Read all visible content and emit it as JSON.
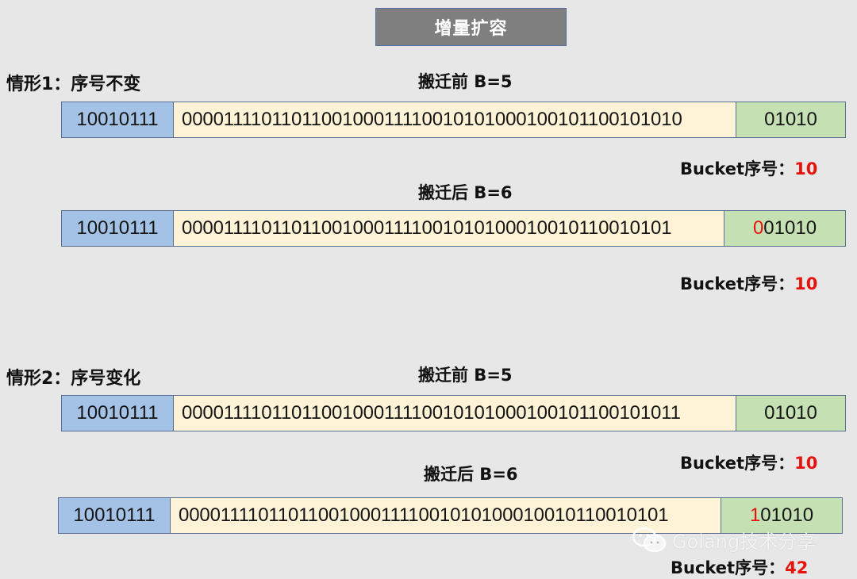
{
  "title": "增量扩容",
  "colors": {
    "background": "#e7e7e7",
    "title_fill": "#7f7f7f",
    "tophash_fill": "#a4c2e6",
    "middle_fill": "#fef3d6",
    "low_fill": "#c5e0b3",
    "highlight": "#e8120c"
  },
  "cases": [
    {
      "label": "情形1：序号不变",
      "before": {
        "stage": "搬迁前 B=5",
        "tophash": "10010111",
        "middle": "0000111101101100100011110010101000100101100101010",
        "low_highlight": "",
        "low_rest": "01010",
        "bucket_prefix": "Bucket序号：",
        "bucket_num": "10"
      },
      "after": {
        "stage": "搬迁后 B=6",
        "tophash": "10010111",
        "middle": "000011110110110010001111001010100010010110010101",
        "low_highlight": "0",
        "low_rest": "01010",
        "bucket_prefix": "Bucket序号：",
        "bucket_num": "10"
      }
    },
    {
      "label": "情形2：序号变化",
      "before": {
        "stage": "搬迁前 B=5",
        "tophash": "10010111",
        "middle": "0000111101101100100011110010101000100101100101011",
        "low_highlight": "",
        "low_rest": "01010",
        "bucket_prefix": "Bucket序号：",
        "bucket_num": "10"
      },
      "after": {
        "stage": "搬迁后 B=6",
        "tophash": "10010111",
        "middle": "000011110110110010001111001010100010010110010101",
        "low_highlight": "1",
        "low_rest": "01010",
        "bucket_prefix": "Bucket序号：",
        "bucket_num": "42"
      }
    }
  ],
  "watermark": {
    "icon": "wechat-icon",
    "text": "Golang技术分享"
  }
}
